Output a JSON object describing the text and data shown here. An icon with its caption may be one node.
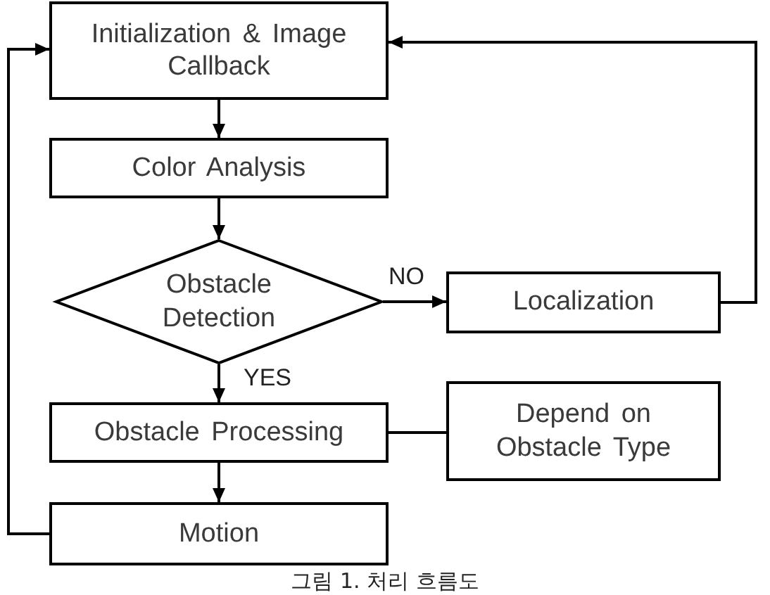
{
  "diagram": {
    "caption": "그림 1. 처리 흐름도",
    "nodes": [
      {
        "text": [
          "Initialization & Image Callback"
        ]
      },
      {
        "text": [
          "Color Analysis"
        ]
      },
      {
        "text": [
          "Obstacle Detection"
        ]
      },
      {
        "text": [
          "Localization"
        ]
      },
      {
        "text": [
          "Obstacle Processing"
        ]
      },
      {
        "text": [
          "Depend on Obstacle Type"
        ]
      },
      {
        "text": [
          "Motion"
        ]
      }
    ],
    "edges": [
      {
        "from": 0,
        "to": 1,
        "arrow": "to"
      },
      {
        "from": 1,
        "to": 2,
        "arrow": "to"
      },
      {
        "from": 2,
        "to": 3,
        "arrow": "to",
        "label": "NO"
      },
      {
        "from": 2,
        "to": 4,
        "arrow": "to",
        "label": "YES"
      },
      {
        "from": 4,
        "to": 5,
        "arrow": "none"
      },
      {
        "from": 4,
        "to": 6,
        "arrow": "to"
      },
      {
        "from": 3,
        "to": 0,
        "arrow": "to"
      },
      {
        "from": 6,
        "to": 0,
        "arrow": "to"
      }
    ]
  }
}
